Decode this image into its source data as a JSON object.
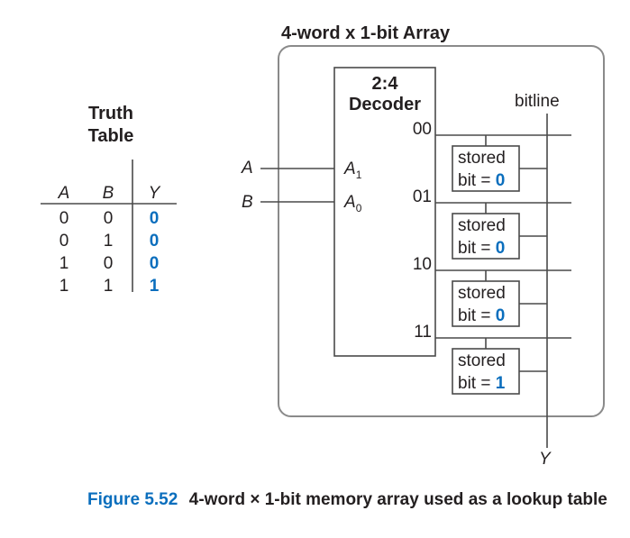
{
  "truth_table": {
    "title_line1": "Truth",
    "title_line2": "Table",
    "headers": [
      "A",
      "B",
      "Y"
    ],
    "rows": [
      [
        "0",
        "0",
        "0"
      ],
      [
        "0",
        "1",
        "0"
      ],
      [
        "1",
        "0",
        "0"
      ],
      [
        "1",
        "1",
        "1"
      ]
    ]
  },
  "array": {
    "title": "4-word x 1-bit Array",
    "decoder": {
      "line1": "2:4",
      "line2": "Decoder",
      "inputs": [
        {
          "signal": "A",
          "pin": "A",
          "sub": "1"
        },
        {
          "signal": "B",
          "pin": "A",
          "sub": "0"
        }
      ],
      "outputs": [
        "00",
        "01",
        "10",
        "11"
      ]
    },
    "bitline_label": "bitline",
    "cells": [
      {
        "line1": "stored",
        "line2": "bit = ",
        "value": "0"
      },
      {
        "line1": "stored",
        "line2": "bit = ",
        "value": "0"
      },
      {
        "line1": "stored",
        "line2": "bit = ",
        "value": "0"
      },
      {
        "line1": "stored",
        "line2": "bit = ",
        "value": "1"
      }
    ],
    "output_label": "Y"
  },
  "caption": {
    "number": "Figure 5.52",
    "text": "4-word × 1-bit memory array used as a lookup table"
  },
  "colors": {
    "accent_blue": "#0a6ebd",
    "text": "#231f20",
    "frame": "#8a8a8a"
  }
}
